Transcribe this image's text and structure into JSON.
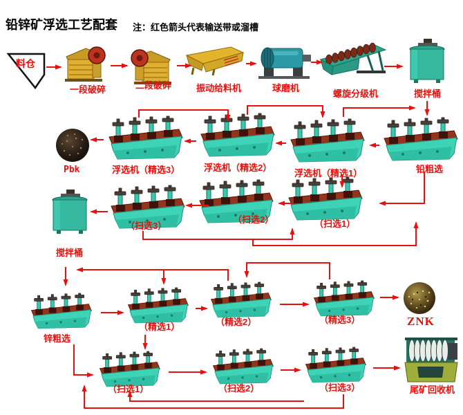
{
  "header": {
    "title": "铅锌矿浮选工艺配套",
    "note": "注：红色箭头代表输送带或溜槽"
  },
  "labels": {
    "silo": "料仓",
    "crusher1": "一段破碎",
    "crusher2": "二段破碎",
    "feeder": "振动给料机",
    "ball_mill": "球磨机",
    "classifier": "螺旋分级机",
    "mixing_tank_top": "搅拌桶",
    "flot_clean3": "浮选机（精选3）",
    "flot_clean2": "浮选机（精选2）",
    "flot_clean1": "浮选机（精选1）",
    "lead_rougher": "铅粗选",
    "pbk": "Pbk",
    "lead_scav3": "（扫选3）",
    "lead_scav2": "（扫选2）",
    "lead_scav1": "（扫选1）",
    "mixing_tank_left": "搅拌桶",
    "zinc_rougher": "锌粗选",
    "zinc_clean1": "（精选1）",
    "zinc_clean2": "（精选2）",
    "zinc_clean3": "（精选3）",
    "znk": "ZNK",
    "zinc_scav1": "（扫选1）",
    "zinc_scav2": "（扫选2）",
    "zinc_scav3": "（扫选3）",
    "tailings_recovery": "尾矿回收机"
  },
  "colors": {
    "arrow_red": "#e8100c",
    "machine_teal": "#3ed2b6",
    "crusher_yellow": "#e0af2f"
  }
}
